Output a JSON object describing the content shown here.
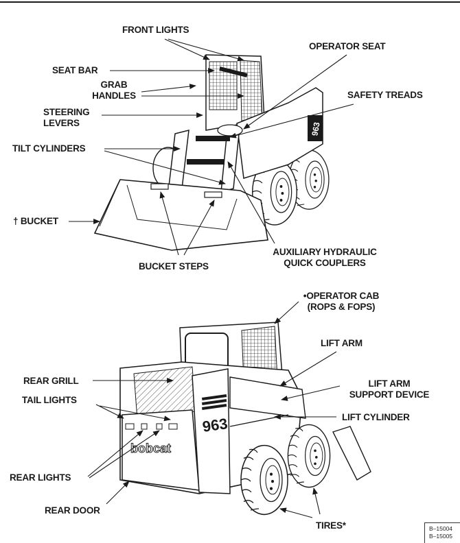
{
  "figure": {
    "subject": "Bobcat 963 skid-steer loader — component identification",
    "model_number_decal": "963",
    "brand_decal": "bobcat",
    "figure_numbers": [
      "B–15004",
      "B–15005"
    ]
  },
  "front_view": {
    "labels": {
      "front_lights": "FRONT LIGHTS",
      "operator_seat": "OPERATOR SEAT",
      "seat_bar": "SEAT BAR",
      "grab_handles_1": "GRAB",
      "grab_handles_2": "HANDLES",
      "safety_treads": "SAFETY TREADS",
      "steering_levers_1": "STEERING",
      "steering_levers_2": "LEVERS",
      "tilt_cylinders": "TILT CYLINDERS",
      "bucket": "† BUCKET",
      "aux_hydraulic_1": "AUXILIARY HYDRAULIC",
      "aux_hydraulic_2": "QUICK COUPLERS",
      "bucket_steps": "BUCKET STEPS"
    }
  },
  "rear_view": {
    "labels": {
      "operator_cab_1": "•OPERATOR CAB",
      "operator_cab_2": "(ROPS & FOPS)",
      "lift_arm": "LIFT ARM",
      "rear_grill": "REAR GRILL",
      "lift_arm_support_1": "LIFT ARM",
      "lift_arm_support_2": "SUPPORT DEVICE",
      "tail_lights": "TAIL LIGHTS",
      "lift_cylinder": "LIFT CYLINDER",
      "rear_lights": "REAR LIGHTS",
      "rear_door": "REAR DOOR",
      "tires": "TIRES*"
    }
  }
}
